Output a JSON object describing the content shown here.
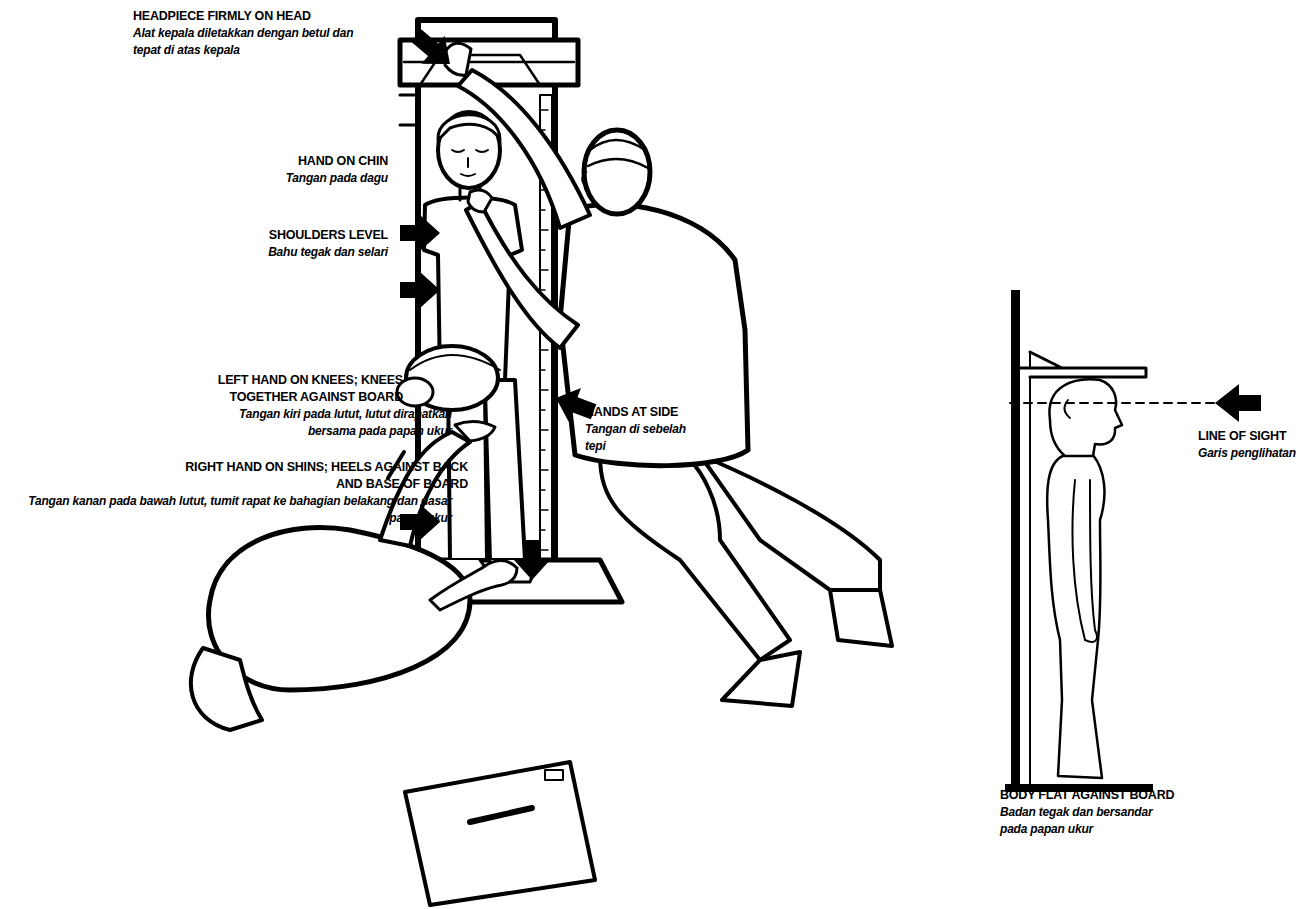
{
  "diagram": {
    "labels": [
      "HEADPIECE FIRMLY ON HEAD",
      "Alat kepala diletakkan dengan betul dan tepat di atas kepala",
      "HAND ON CHIN",
      "Tangan pada dagu",
      "SHOULDERS LEVEL",
      "Bahu tegak dan selari",
      "LEFT HAND ON KNEES; KNEES TOGETHER AGAINST BOARD",
      "Tangan kiri pada lutut, lutut dirapatkan bersama pada papan ukur",
      "HANDS AT SIDE",
      "Tangan di sebelah tepi",
      "RIGHT HAND ON SHINS; HEELS AGAINST BACK AND BASE OF BOARD",
      "Tangan kanan pada bawah lutut, tumit rapat ke bahagian belakang dan dasar papan ukur",
      "LINE OF SIGHT",
      "Garis penglihatan",
      "BODY FLAT AGAINST BOARD",
      "Badan tegak dan bersandar pada papan ukur"
    ]
  }
}
